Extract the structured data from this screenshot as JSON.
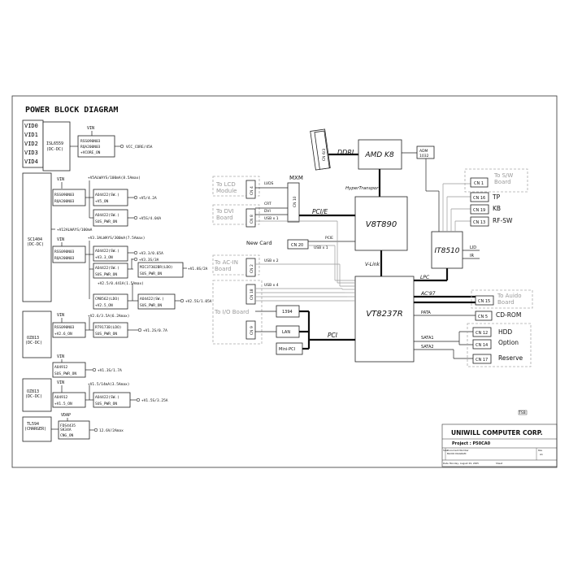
{
  "title": "POWER BLOCK DIAGRAM",
  "vid": [
    "VID0",
    "VID1",
    "VID2",
    "VID3",
    "VID4"
  ],
  "power": {
    "isl6559": {
      "name": "ISL6559",
      "mode": "(DC-DC)"
    },
    "vin": "VIN",
    "vdapin": "VDAP",
    "core_fets": [
      "RSS090N03",
      "RQA200N03",
      "+VCORE_ON"
    ],
    "vcc_core": "VCC_CORE/45A",
    "sc1404": {
      "name": "SC1404",
      "mode": "(DC-DC)"
    },
    "v5always": "+V5ALWAYS/100mA(8.5Amax)",
    "fets_5": [
      "RSS090N03",
      "RQA200N03"
    ],
    "ao4422_5a": [
      "AO4422(SW.)",
      "+V5_ON"
    ],
    "v5_out": "+V5/4.2A",
    "ao4422_5b": [
      "AO4422(SW.)",
      "SUS_PWR_ON"
    ],
    "v5s_out": "+V5S/4.04A",
    "v12always": "+V12ALWAYS/100mA",
    "v3always": "+V3.3ALWAYS/300mA(7.5Amax)",
    "fets_3": [
      "RSS090N03",
      "RQA200N03"
    ],
    "ao4422_3a": [
      "AO4422(SW.)",
      "+V3.3_ON"
    ],
    "v3_out": "+V3.3/0.65A",
    "v3s_out": "+V3.3S/3A",
    "ao4422_3b": [
      "AO4422(SW.)",
      "SUS_PWR_ON"
    ],
    "mic": [
      "MIC37302BR(LDO)",
      "SUS_PWR_ON"
    ],
    "v18_out": "+V1.8S/2A",
    "v25_line": "+V2.5/0.441A(1.5Amax)",
    "cm8562": [
      "CM8562(LDO)",
      "+V2.5_ON"
    ],
    "ao4422_25": [
      "AO4422(SW.)",
      "SUS_PWR_ON"
    ],
    "v25s_out": "+V2.5S/1.05A",
    "oz813a": {
      "name": "OZ813",
      "mode": "(DC-DC)"
    },
    "v26_line": "+V2.6/3.5A(6.2Amax)",
    "fets_26": [
      "RSS090N03",
      "+V2.6_ON"
    ],
    "rt9173": [
      "RT9173B(LDO)",
      "SUS_PWR_ON"
    ],
    "v12s_out": "+V1.2S/0.7A",
    "ao4912a": [
      "AO4912",
      "SUS_PWR_ON"
    ],
    "v13s_out": "+V1.3S/1.7A",
    "oz813b": {
      "name": "OZ813",
      "mode": "(DC-DC)"
    },
    "v15_line": "+V1.5/14mA(3.5Amax)",
    "ao4912b": [
      "AO4912",
      "+V1.5_ON"
    ],
    "ao4422_15": [
      "AO4422(SW.)",
      "SUS_PWR_ON"
    ],
    "v15s_out": "+V1.5S/3.25A",
    "tl594": {
      "name": "TL594",
      "mode": "(CHARGER)"
    },
    "charge_fets": [
      "FDS4435",
      "SK34A",
      "CNG_ON"
    ],
    "charge_out": "12.6V/2Amax"
  },
  "system": {
    "cpu": "AMD K8",
    "ddr": "DDRI",
    "dimm_conn": "CN 6/3",
    "adm": [
      "ADM",
      "1032"
    ],
    "hypertransport": "HyperTransport",
    "northbridge": "V8T890",
    "southbridge": "VT8237R",
    "ec": "IT8510",
    "mxm": "MXM",
    "pcie_label": "PCI/E",
    "vlink": "V-Link",
    "lpc": "LPC",
    "ac97": "AC'97",
    "pci_label": "PCI",
    "lid": "LID",
    "ir": "IR",
    "new_card": "New Card",
    "pcie_sig": "PCIE",
    "usb_x1": "USB x 1",
    "usb_x1b": "USB x 1",
    "usb_x2": "USB x 2",
    "usb_x4": "USB x 4",
    "lvds": "LVDS",
    "crt": "CRT",
    "dvi": "DVI",
    "pata": "PATA",
    "sata1": "SATA1",
    "sata2": "SATA2",
    "to_lcd": [
      "To LCD",
      "Module"
    ],
    "to_dvi": [
      "To DVI",
      "Board"
    ],
    "to_acin": [
      "To AC-IN",
      "Board"
    ],
    "to_io": "To I/O Board",
    "to_sw": [
      "To S/W",
      "Board"
    ],
    "to_audio": [
      "To Auido",
      "Board"
    ],
    "conns": {
      "cn4": "CN 4",
      "cn8": "CN 8",
      "cn10": "CN 10",
      "cn20": "CN 20",
      "cn2": "CN 2",
      "cn18": "CN 18",
      "cn9": "CN 9",
      "cn1": "CN 1",
      "cn16": "CN 16",
      "cn19": "CN 19",
      "cn13": "CN 13",
      "cn15": "CN 15",
      "cn5": "CN 5",
      "cn12": "CN 12",
      "cn14": "CN 14",
      "cn17": "CN 17"
    },
    "tp": "TP",
    "kb": "KB",
    "rfsw": "RF-SW",
    "cdrom": "CD-ROM",
    "hdd": "HDD",
    "option": "Option",
    "reserve": "Reserve",
    "ieee1394": "1394",
    "lan": "LAN",
    "minipci": "Mini-PCI"
  },
  "titleblock": {
    "company": "UNIWILL COMPUTER CORP.",
    "project": "Project : P50CA0",
    "doc_title": "BLOCK DIAGRAM",
    "date_label": "Date",
    "date": "Monday, August 29, 2005",
    "size": "Size",
    "docnum_label": "Document Number",
    "rev_label": "Rev",
    "rev": "A1",
    "sheet_label": "Sheet",
    "tsb": "TSB"
  }
}
